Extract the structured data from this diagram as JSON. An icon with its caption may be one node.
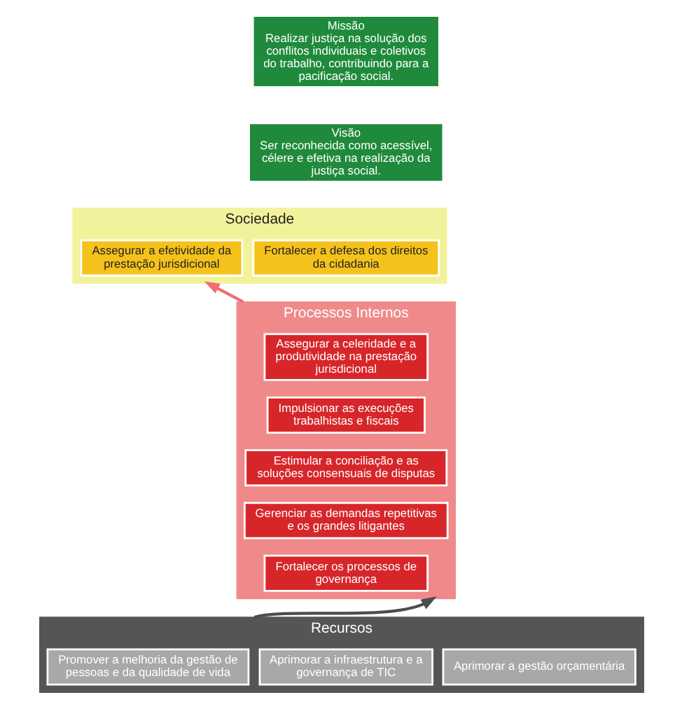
{
  "diagram": {
    "nodes": [
      {
        "text": [
          "Missão",
          "Realizar justiça na solução dos conflitos individuais e coletivos do trabalho, contribuindo para a pacificação social."
        ]
      },
      {
        "text": [
          "Visão",
          "Ser reconhecida como acessível, célere e efetiva na realização da justiça social."
        ]
      },
      {
        "text": [
          "Sociedade"
        ]
      },
      {
        "text": [
          "Assegurar a efetividade da prestação jurisdicional"
        ],
        "in": 2
      },
      {
        "text": [
          "Fortalecer a defesa dos direitos da cidadania"
        ],
        "in": 2
      },
      {
        "text": [
          "Processos Internos"
        ]
      },
      {
        "text": [
          "Assegurar a celeridade e a produtividade na prestação jurisdicional"
        ],
        "in": 5
      },
      {
        "text": [
          "Impulsionar as execuções trabalhistas e fiscais"
        ],
        "in": 5
      },
      {
        "text": [
          "Estimular a conciliação e as soluções consensuais de disputas"
        ],
        "in": 5
      },
      {
        "text": [
          "Gerenciar as demandas repetitivas e os grandes litigantes"
        ],
        "in": 5
      },
      {
        "text": [
          "Fortalecer os processos de governança"
        ],
        "in": 5
      },
      {
        "text": [
          "Recursos"
        ]
      },
      {
        "text": [
          "Promover a melhoria da gestão de pessoas e da qualidade de vida"
        ],
        "in": 11
      },
      {
        "text": [
          "Aprimorar a infraestrutura e a governança de TIC"
        ],
        "in": 11
      },
      {
        "text": [
          "Aprimorar a gestão orçamentária"
        ],
        "in": 11
      }
    ],
    "edges": [
      {
        "from": 11,
        "to": 5,
        "arrow": "to",
        "color": "#4d4d4d"
      },
      {
        "from": 5,
        "to": 2,
        "arrow": "to",
        "color": "#ee7070"
      }
    ]
  }
}
